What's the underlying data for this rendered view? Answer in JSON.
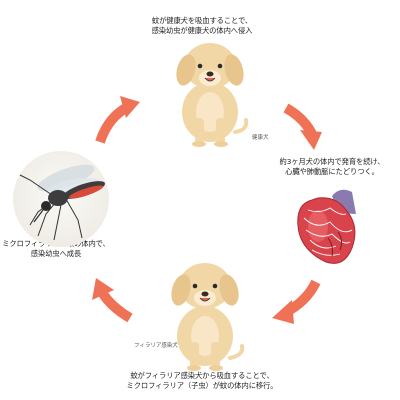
{
  "steps": {
    "top": {
      "line1": "蚊が健康犬を吸血することで、",
      "line2": "感染幼虫が健康犬の体内へ侵入"
    },
    "right": {
      "line1": "約3ヶ月犬の体内で発育を続け、",
      "line2": "心臓や肺動脈にたどりつく。"
    },
    "bottom": {
      "line1": "蚊がフィラリア感染犬から吸血することで、",
      "line2": "ミクロフィラリア（子虫）が蚊の体内に移行。"
    },
    "left": {
      "line1": "ミクロフィラリアは蚊の体内で、",
      "line2": "感染幼虫へ成長"
    }
  },
  "tags": {
    "healthy_dog": "健康犬",
    "infected_dog": "フィラリア感染犬"
  },
  "colors": {
    "arrow": "#f07256",
    "dog_fur": "#f2d7a6",
    "mosquito_body": "#3d3d3d",
    "mosquito_stripe": "#d94a38",
    "heart": "#d9434b",
    "vessel": "#8a7ab0",
    "circle_bg": "#f5f2ec"
  },
  "icons": {
    "arrows": "curved-arrow-icon",
    "dogs": "puppy-illustration",
    "mosquito": "mosquito-illustration",
    "heart": "heartworm-heart-illustration"
  }
}
